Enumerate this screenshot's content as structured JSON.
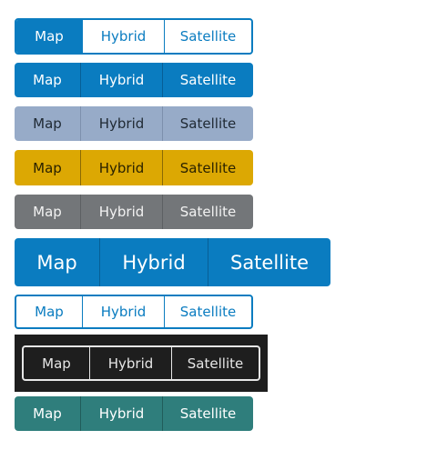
{
  "segmented_controls": [
    {
      "variant": "outline-selected",
      "options": [
        "Map",
        "Hybrid",
        "Satellite"
      ],
      "selected": "Map"
    },
    {
      "variant": "solid-blue",
      "options": [
        "Map",
        "Hybrid",
        "Satellite"
      ]
    },
    {
      "variant": "solid-light-steel",
      "options": [
        "Map",
        "Hybrid",
        "Satellite"
      ]
    },
    {
      "variant": "solid-amber",
      "options": [
        "Map",
        "Hybrid",
        "Satellite"
      ]
    },
    {
      "variant": "solid-grey",
      "options": [
        "Map",
        "Hybrid",
        "Satellite"
      ]
    },
    {
      "variant": "large-blue",
      "options": [
        "Map",
        "Hybrid",
        "Satellite"
      ]
    },
    {
      "variant": "outline-plain",
      "options": [
        "Map",
        "Hybrid",
        "Satellite"
      ]
    },
    {
      "variant": "dark-outline",
      "options": [
        "Map",
        "Hybrid",
        "Satellite"
      ]
    },
    {
      "variant": "solid-teal",
      "options": [
        "Map",
        "Hybrid",
        "Satellite"
      ]
    }
  ],
  "colors": {
    "blue": "#0a7cc0",
    "light_steel": "#97abc8",
    "amber": "#dca803",
    "grey": "#737679",
    "dark": "#1e1e1e",
    "teal": "#2f7e7c"
  }
}
